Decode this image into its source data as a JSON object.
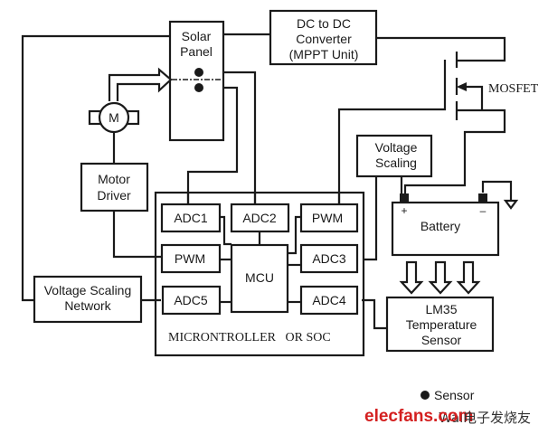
{
  "diagram": {
    "blocks": {
      "solar_panel": [
        "Solar",
        "Panel"
      ],
      "dc_dc": [
        "DC to DC",
        "Converter",
        "(MPPT Unit)"
      ],
      "mosfet": "MOSFET",
      "motor": "M",
      "motor_driver": [
        "Motor",
        "Driver"
      ],
      "voltage_scaling": [
        "Voltage",
        "Scaling"
      ],
      "battery": "Battery",
      "battery_plus": "+",
      "battery_minus": "–",
      "lm35": [
        "LM35",
        "Temperature",
        "Sensor"
      ],
      "vsn": [
        "Voltage Scaling",
        "Network"
      ],
      "mcu": "MCU",
      "adc1": "ADC1",
      "adc2": "ADC2",
      "pwm_right": "PWM",
      "pwm_left": "PWM",
      "adc3": "ADC3",
      "adc5": "ADC5",
      "adc4": "ADC4",
      "micro_label": "MICRONTROLLER   OR SOC"
    },
    "legend": {
      "sensor": "Sensor"
    },
    "watermark": {
      "brand": "elecfans.com",
      "suffix": "Wall",
      "cn": "电子发烧友"
    }
  }
}
